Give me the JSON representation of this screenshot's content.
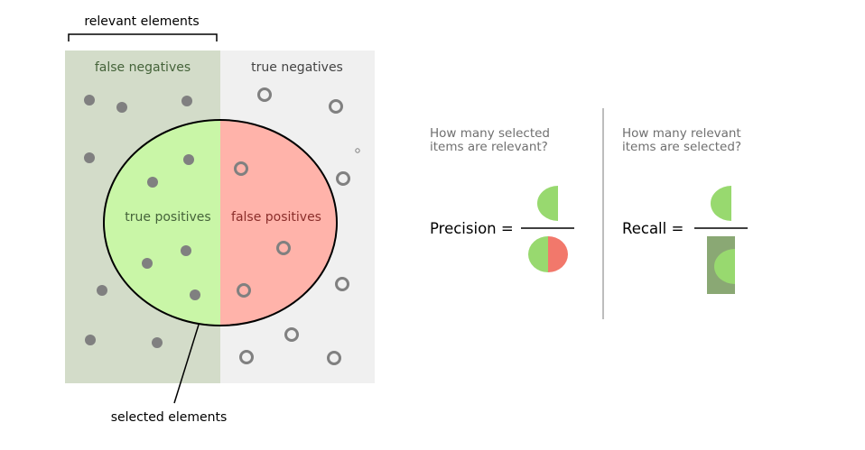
{
  "labels": {
    "relevant": "relevant elements",
    "false_negatives": "false negatives",
    "true_negatives": "true negatives",
    "true_positives": "true positives",
    "false_positives": "false positives",
    "selected": "selected elements"
  },
  "precision": {
    "question_line1": "How many selected",
    "question_line2": "items are relevant?",
    "label": "Precision ="
  },
  "recall": {
    "question_line1": "How many relevant",
    "question_line2": "items are selected?",
    "label": "Recall ="
  },
  "colors": {
    "relevant_region": "#d3dcc9",
    "irrelevant_region": "#f0f0f0",
    "true_positive": "#c9f6a7",
    "false_positive": "#ffb3aa",
    "half_green": "#98d96f",
    "half_red": "#f2786b",
    "recall_box": "#8aa874",
    "dot": "#808080",
    "text_dark_green": "#45633a",
    "text_dark_red": "#8b2e2b",
    "question_text": "#6f6f6f"
  }
}
